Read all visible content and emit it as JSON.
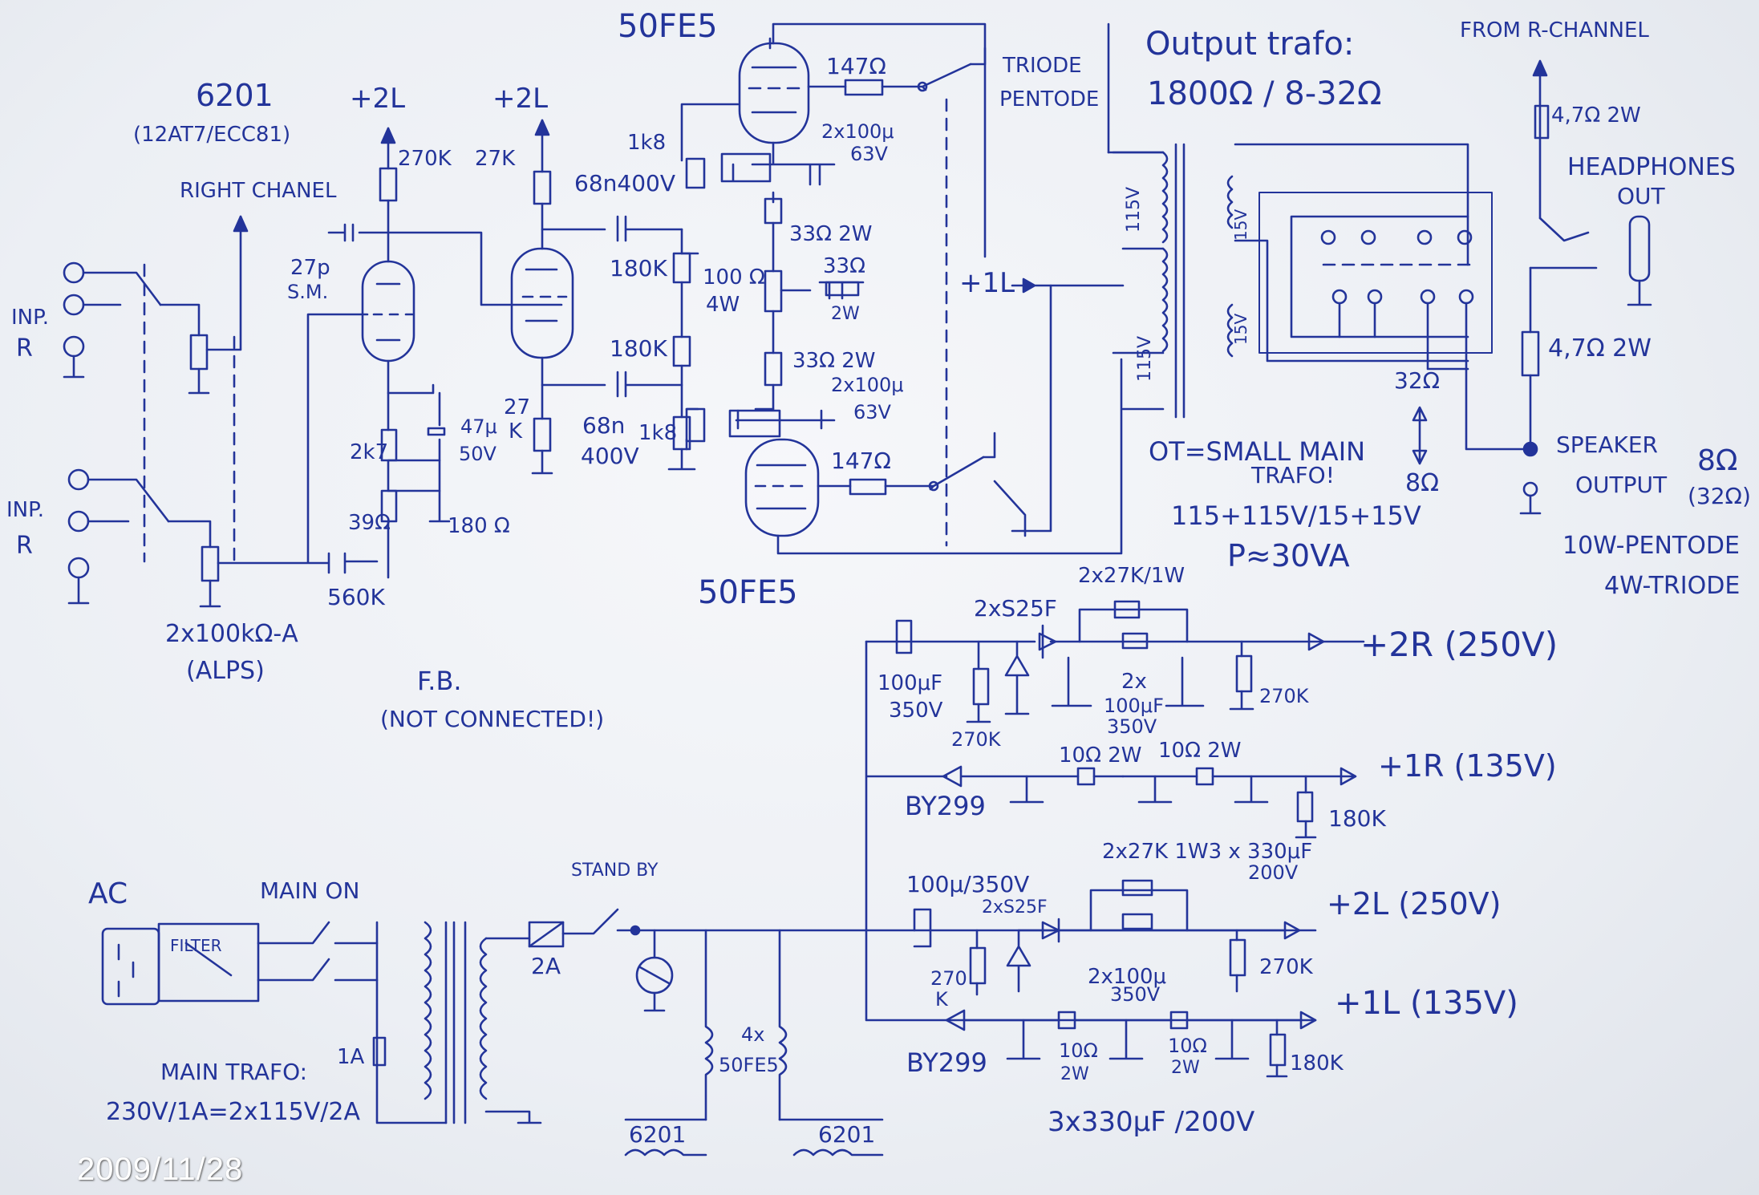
{
  "date_stamp": "2009/11/28",
  "tubes": {
    "preamp_type": "6201",
    "preamp_alt": "(12AT7/ECC81)",
    "power_top": "50FE5",
    "power_bottom": "50FE5"
  },
  "rails": {
    "b2l_a": "+2L",
    "b2l_b": "+2L",
    "b1l_ot": "+1L"
  },
  "input_section": {
    "right_chanel": "RIGHT CHANEL",
    "inp_r_top_1": "INP.",
    "inp_r_top_2": "R",
    "inp_r_bot_1": "INP.",
    "inp_r_bot_2": "R",
    "volume_pot": "2x100kΩ-A",
    "pot_brand": "(ALPS)",
    "cap_27p": "27p",
    "cap_sm": "S.M.",
    "fb_resistor": "560K",
    "fb_label": "F.B.",
    "fb_note": "(NOT CONNECTED!)"
  },
  "preamp_parts": {
    "r_270k": "270K",
    "r_27k_top": "27K",
    "r_2k7": "2k7",
    "cap_47u": "47μ",
    "cap_50v": "50V",
    "r_39": "39Ω",
    "r_180": "180 Ω",
    "r_27k_bot_1": "27",
    "r_27k_bot_2": "K",
    "cap_68n_top": "68n400V",
    "cap_68n_bot_1": "68n",
    "cap_68n_bot_2": "400V"
  },
  "power_stage": {
    "r_1k8_top": "1k8",
    "r_1k8_bot": "1k8",
    "r_180k_top": "180K",
    "r_180k_bot": "180K",
    "r_147_top": "147Ω",
    "r_147_bot": "147Ω",
    "cap_2x100_top": "2x100μ",
    "cap_63v_top": "63V",
    "cap_2x100_bot": "2x100μ",
    "cap_63v_bot": "63V",
    "r_33_top": "33Ω 2W",
    "r_33_bot": "33Ω 2W",
    "pot_100": "100 Ω",
    "pot_4w": "4W",
    "r_33_side": "33Ω",
    "r_33_side_w": "2W",
    "mode_triode": "TRIODE",
    "mode_pentode": "PENTODE"
  },
  "output_transformer": {
    "title": "Output trafo:",
    "spec": "1800Ω / 8-32Ω",
    "winding_115_a": "115V",
    "winding_115_b": "115V",
    "winding_15_a": "15V",
    "winding_15_b": "15V",
    "tap_32": "32Ω",
    "tap_8": "8Ω",
    "ot_note_1": "OT=SMALL MAIN",
    "ot_note_2": "TRAFO!",
    "ot_spec": "115+115V/15+15V",
    "ot_power": "P≈30VA"
  },
  "headphones": {
    "from_r": "FROM R-CHANNEL",
    "r_top": "4,7Ω 2W",
    "label_1": "HEADPHONES",
    "label_2": "OUT",
    "r_bottom": "4,7Ω 2W"
  },
  "speaker": {
    "label_1": "SPEAKER",
    "label_2": "OUTPUT",
    "imp_1": "8Ω",
    "imp_2": "(32Ω)",
    "power_pentode": "10W-PENTODE",
    "power_triode": "4W-TRIODE"
  },
  "psu": {
    "r_diodes": "2xS25F",
    "r_res_pair": "2x27K/1W",
    "rail_2r": "+2R (250V)",
    "cap_100u_r_1": "100μF",
    "cap_100u_r_2": "350V",
    "r_270k_a": "270K",
    "cap_2x_r_1": "2x",
    "cap_2x_r_2": "100μF",
    "cap_2x_r_3": "350V",
    "r_270k_b": "270K",
    "by299_a": "BY299",
    "r_10_a": "10Ω 2W",
    "r_10_b": "10Ω 2W",
    "rail_1r": "+1R (135V)",
    "r_180k_r": "180K",
    "note_1r": "2x27K 1W3 x 330μF",
    "note_1r_v": "200V",
    "cap_100u_l": "100μ/350V",
    "l_diodes": "2xS25F",
    "rail_2l": "+2L (250V)",
    "r_270k_l_1": "270",
    "r_270k_l_2": "K",
    "cap_2x_l_1": "2x100μ",
    "cap_2x_l_2": "350V",
    "r_270k_l_b": "270K",
    "by299_b": "BY299",
    "r_10_l_a": "10Ω",
    "r_10_l_a_w": "2W",
    "r_10_l_b": "10Ω",
    "r_10_l_b_w": "2W",
    "rail_1l": "+1L (135V)",
    "r_180k_l": "180K",
    "caps_330": "3x330μF /200V"
  },
  "mains": {
    "ac": "AC",
    "filter": "FILTER",
    "main_on": "MAIN ON",
    "fuse_1a": "1A",
    "fuse_2a": "2A",
    "stand_by": "STAND BY",
    "trafo_title": "MAIN TRAFO:",
    "trafo_spec": "230V/1A=2x115V/2A",
    "heater_count": "4x",
    "heater_tube": "50FE5",
    "heater_6201_a": "6201",
    "heater_6201_b": "6201"
  }
}
